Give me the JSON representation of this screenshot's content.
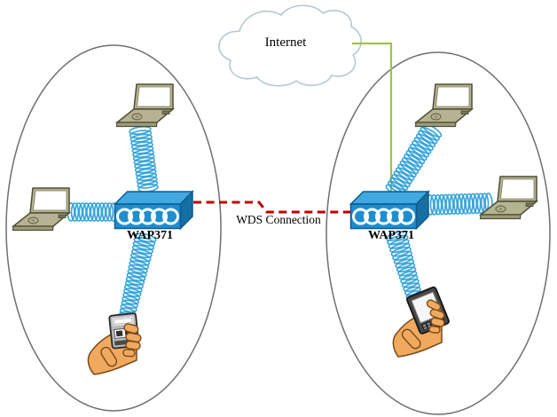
{
  "diagram": {
    "type": "network-topology",
    "internet": {
      "label": "Internet"
    },
    "uplink": {
      "type": "wired-ethernet",
      "from": "Internet",
      "to": "right WAP371",
      "color": "#9cc34b"
    },
    "wds_link": {
      "label": "WDS Connection",
      "style": "dashed",
      "color": "#c00000",
      "from": "left WAP371",
      "to": "right WAP371"
    },
    "left_network": {
      "access_point": {
        "model": "WAP371"
      },
      "clients": [
        {
          "type": "laptop",
          "position": "top",
          "link": "wireless"
        },
        {
          "type": "laptop",
          "position": "left",
          "link": "wireless"
        },
        {
          "type": "handheld",
          "position": "bottom",
          "link": "wireless"
        }
      ]
    },
    "right_network": {
      "access_point": {
        "model": "WAP371"
      },
      "clients": [
        {
          "type": "laptop",
          "position": "top",
          "link": "wireless"
        },
        {
          "type": "laptop",
          "position": "right",
          "link": "wireless"
        },
        {
          "type": "handheld",
          "position": "bottom",
          "link": "wireless"
        }
      ]
    },
    "icons": {
      "cloud": "internet-cloud-icon",
      "access_point": "wap-3d-box-icon",
      "laptop": "laptop-icon",
      "handheld": "hand-with-handheld-icon",
      "wireless_link": "coil-spring-icon"
    },
    "colors": {
      "wireless_coil": "#2d9fd8",
      "coverage_outline": "#6f6f6f",
      "cloud_outline": "#b5c9ce",
      "uplink_green": "#9cc34b",
      "wds_red": "#c00000",
      "ap_front": "#1e8ecf",
      "ap_top": "#41a8e1",
      "ap_side": "#156fa4",
      "laptop_body": "#b6b392",
      "hand_skin": "#f0a95e"
    }
  }
}
